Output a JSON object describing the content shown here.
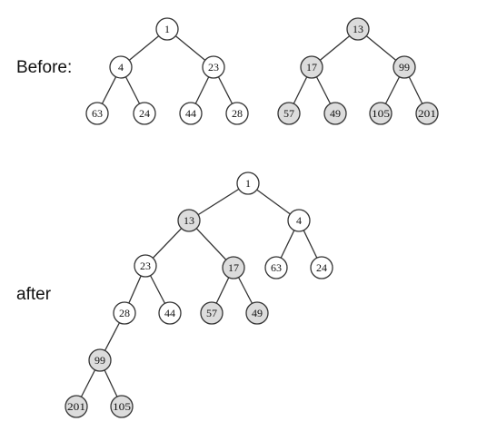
{
  "captions": {
    "before": "Before:",
    "after": "after"
  },
  "colors": {
    "white_node": "#ffffff",
    "shaded_node": "#dcdcdc",
    "stroke": "#333333"
  },
  "diagrams": [
    {
      "name": "before-heap-left",
      "nodes": [
        {
          "id": "a1",
          "label": "1",
          "shaded": false
        },
        {
          "id": "a4",
          "label": "4",
          "shaded": false
        },
        {
          "id": "a23",
          "label": "23",
          "shaded": false
        },
        {
          "id": "a63",
          "label": "63",
          "shaded": false
        },
        {
          "id": "a24",
          "label": "24",
          "shaded": false
        },
        {
          "id": "a44",
          "label": "44",
          "shaded": false
        },
        {
          "id": "a28",
          "label": "28",
          "shaded": false
        }
      ],
      "edges": [
        [
          "a1",
          "a4"
        ],
        [
          "a1",
          "a23"
        ],
        [
          "a4",
          "a63"
        ],
        [
          "a4",
          "a24"
        ],
        [
          "a23",
          "a44"
        ],
        [
          "a23",
          "a28"
        ]
      ]
    },
    {
      "name": "before-heap-right",
      "nodes": [
        {
          "id": "b13",
          "label": "13",
          "shaded": true
        },
        {
          "id": "b17",
          "label": "17",
          "shaded": true
        },
        {
          "id": "b99",
          "label": "99",
          "shaded": true
        },
        {
          "id": "b57",
          "label": "57",
          "shaded": true
        },
        {
          "id": "b49",
          "label": "49",
          "shaded": true
        },
        {
          "id": "b105",
          "label": "105",
          "shaded": true
        },
        {
          "id": "b201",
          "label": "201",
          "shaded": true
        }
      ],
      "edges": [
        [
          "b13",
          "b17"
        ],
        [
          "b13",
          "b99"
        ],
        [
          "b17",
          "b57"
        ],
        [
          "b17",
          "b49"
        ],
        [
          "b99",
          "b105"
        ],
        [
          "b99",
          "b201"
        ]
      ]
    },
    {
      "name": "after-heap",
      "nodes": [
        {
          "id": "c1",
          "label": "1",
          "shaded": false
        },
        {
          "id": "c13",
          "label": "13",
          "shaded": true
        },
        {
          "id": "c4",
          "label": "4",
          "shaded": false
        },
        {
          "id": "c23",
          "label": "23",
          "shaded": false
        },
        {
          "id": "c17",
          "label": "17",
          "shaded": true
        },
        {
          "id": "c63",
          "label": "63",
          "shaded": false
        },
        {
          "id": "c24",
          "label": "24",
          "shaded": false
        },
        {
          "id": "c28",
          "label": "28",
          "shaded": false
        },
        {
          "id": "c44",
          "label": "44",
          "shaded": false
        },
        {
          "id": "c57",
          "label": "57",
          "shaded": true
        },
        {
          "id": "c49",
          "label": "49",
          "shaded": true
        },
        {
          "id": "c99",
          "label": "99",
          "shaded": true
        },
        {
          "id": "c201",
          "label": "201",
          "shaded": true
        },
        {
          "id": "c105",
          "label": "105",
          "shaded": true
        }
      ],
      "edges": [
        [
          "c1",
          "c13"
        ],
        [
          "c1",
          "c4"
        ],
        [
          "c13",
          "c23"
        ],
        [
          "c13",
          "c17"
        ],
        [
          "c4",
          "c63"
        ],
        [
          "c4",
          "c24"
        ],
        [
          "c23",
          "c28"
        ],
        [
          "c23",
          "c44"
        ],
        [
          "c17",
          "c57"
        ],
        [
          "c17",
          "c49"
        ],
        [
          "c28",
          "c99"
        ],
        [
          "c99",
          "c201"
        ],
        [
          "c99",
          "c105"
        ]
      ]
    }
  ]
}
